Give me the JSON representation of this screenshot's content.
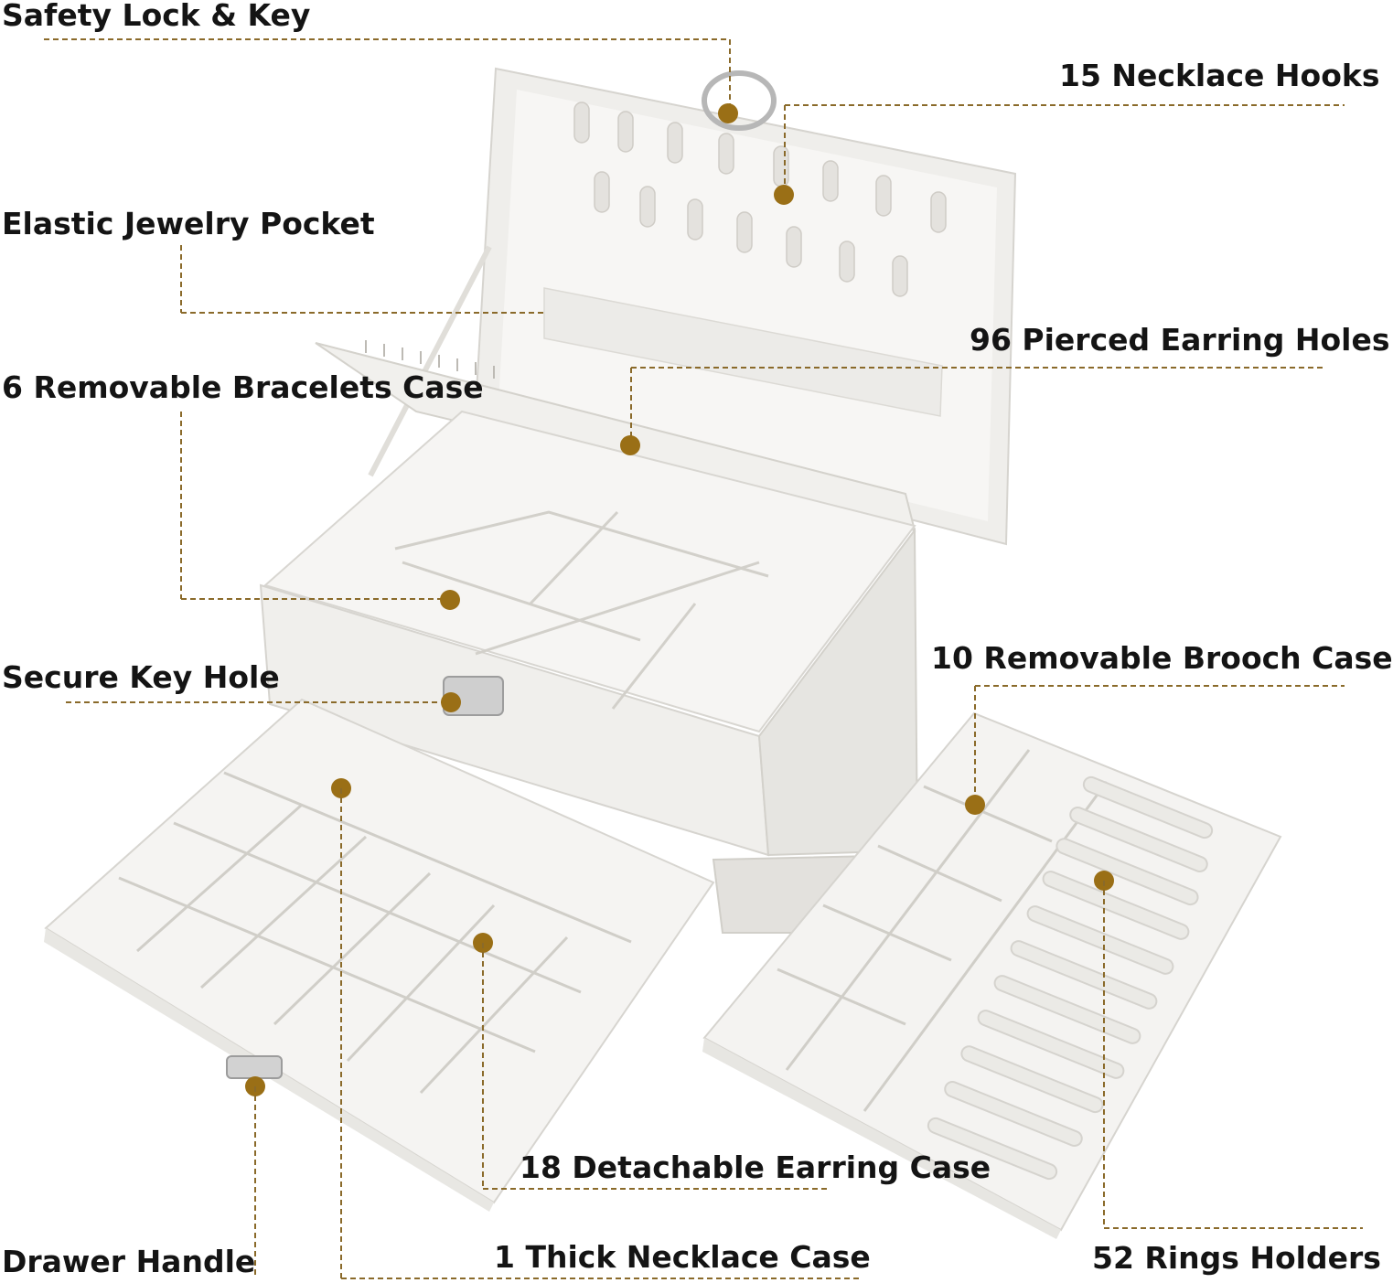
{
  "colors": {
    "background": "#ffffff",
    "box_white": "#f3f2f0",
    "box_shadow": "#d9d7d3",
    "callout_line": "#8a6a2a",
    "callout_dot": "#9a6f16",
    "label_text": "#141414"
  },
  "labels": {
    "safety_lock": "Safety Lock & Key",
    "necklace_hooks": "15 Necklace Hooks",
    "elastic_pocket": "Elastic Jewelry Pocket",
    "earring_holes": "96 Pierced Earring Holes",
    "bracelets_case": "6 Removable Bracelets Case",
    "brooch_case": "10 Removable Brooch Case",
    "key_hole": "Secure Key Hole",
    "earring_case": "18 Detachable Earring Case",
    "drawer_handle": "Drawer Handle",
    "necklace_case": "1 Thick Necklace Case",
    "rings_holders": "52 Rings Holders"
  }
}
